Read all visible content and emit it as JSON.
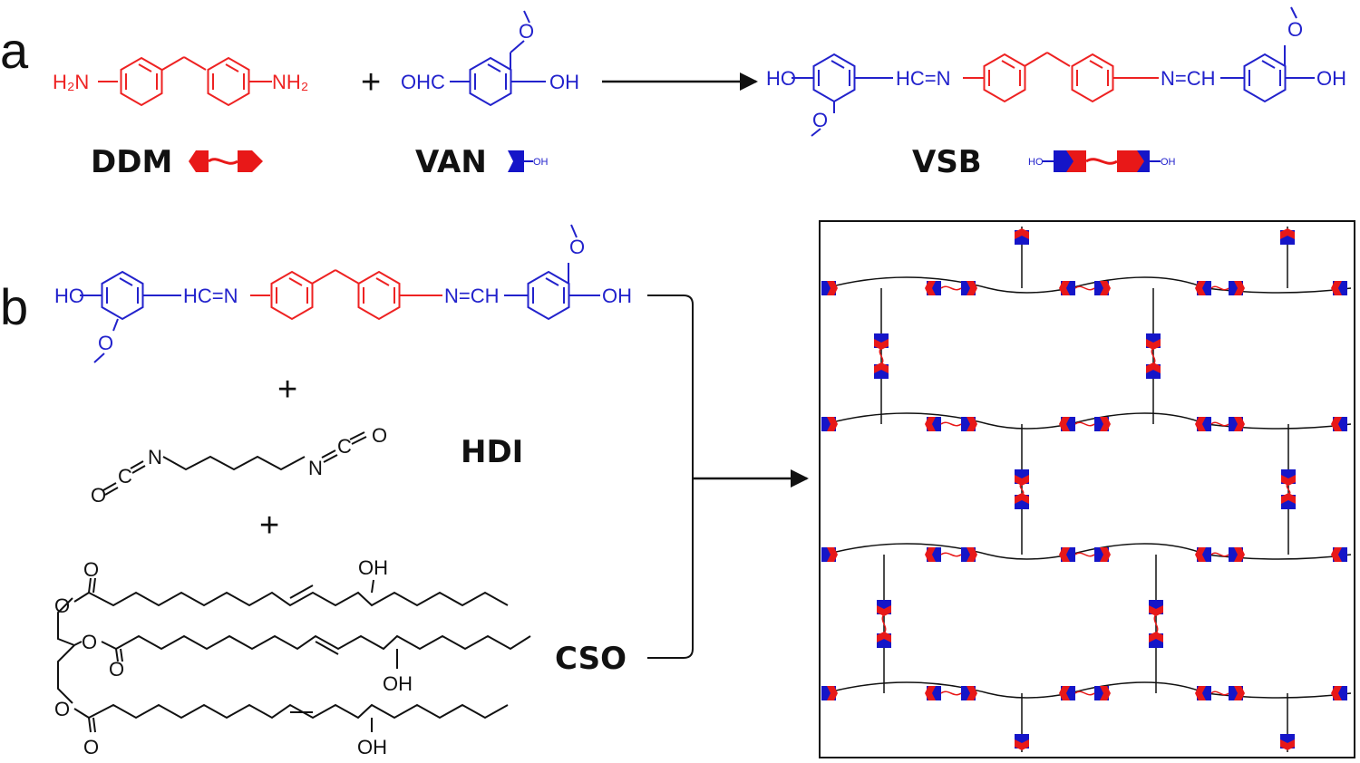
{
  "panels": {
    "a": "a",
    "b": "b"
  },
  "plus": "+",
  "ddm": {
    "name": "DDM",
    "left_group": "H₂N",
    "right_group": "NH₂"
  },
  "van": {
    "name": "VAN",
    "aldehyde": "OHC",
    "hydroxyl": "OH",
    "icon_label": "OH"
  },
  "vsb": {
    "name": "VSB",
    "left_oh": "HO",
    "right_oh": "OH",
    "left_imine": "HC=N",
    "right_imine": "N=CH",
    "icon_left": "HO",
    "icon_right": "OH"
  },
  "hdi": {
    "name": "HDI",
    "left_n": "N",
    "right_n": "N",
    "left_c": "C",
    "right_c": "C",
    "left_o": "O",
    "right_o": "O"
  },
  "cso": {
    "name": "CSO",
    "ester_o": "O",
    "oh": "OH"
  },
  "colors": {
    "amine_red": "#ee2222",
    "vanillin_blue": "#2222cc",
    "black": "#111111"
  }
}
